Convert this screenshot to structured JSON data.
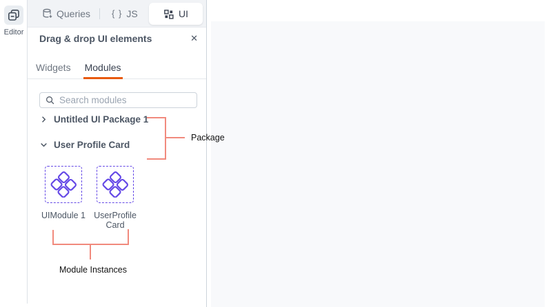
{
  "left_rail": {
    "editor": {
      "label": "Editor"
    }
  },
  "top_bar": {
    "queries_tab": "Queries",
    "js_glyph": "{ }",
    "js_tab": "JS",
    "ui_tab": "UI"
  },
  "panel": {
    "title": "Drag & drop UI elements",
    "close_glyph": "✕",
    "tabs": {
      "widgets": "Widgets",
      "modules": "Modules",
      "active": "Modules"
    },
    "search": {
      "placeholder": "Search modules"
    },
    "tree": [
      {
        "label": "Untitled UI Package 1",
        "expanded": false
      },
      {
        "label": "User Profile Card",
        "expanded": true
      }
    ],
    "module_cards": [
      {
        "label": "UIModule 1"
      },
      {
        "label": "UserProfileCard"
      }
    ]
  },
  "annotations": {
    "package": "Package",
    "module_instances": "Module Instances"
  },
  "colors": {
    "accent_orange": "#e8590c",
    "module_purple": "#6347e6",
    "annotation_salmon": "#f18a7d"
  }
}
